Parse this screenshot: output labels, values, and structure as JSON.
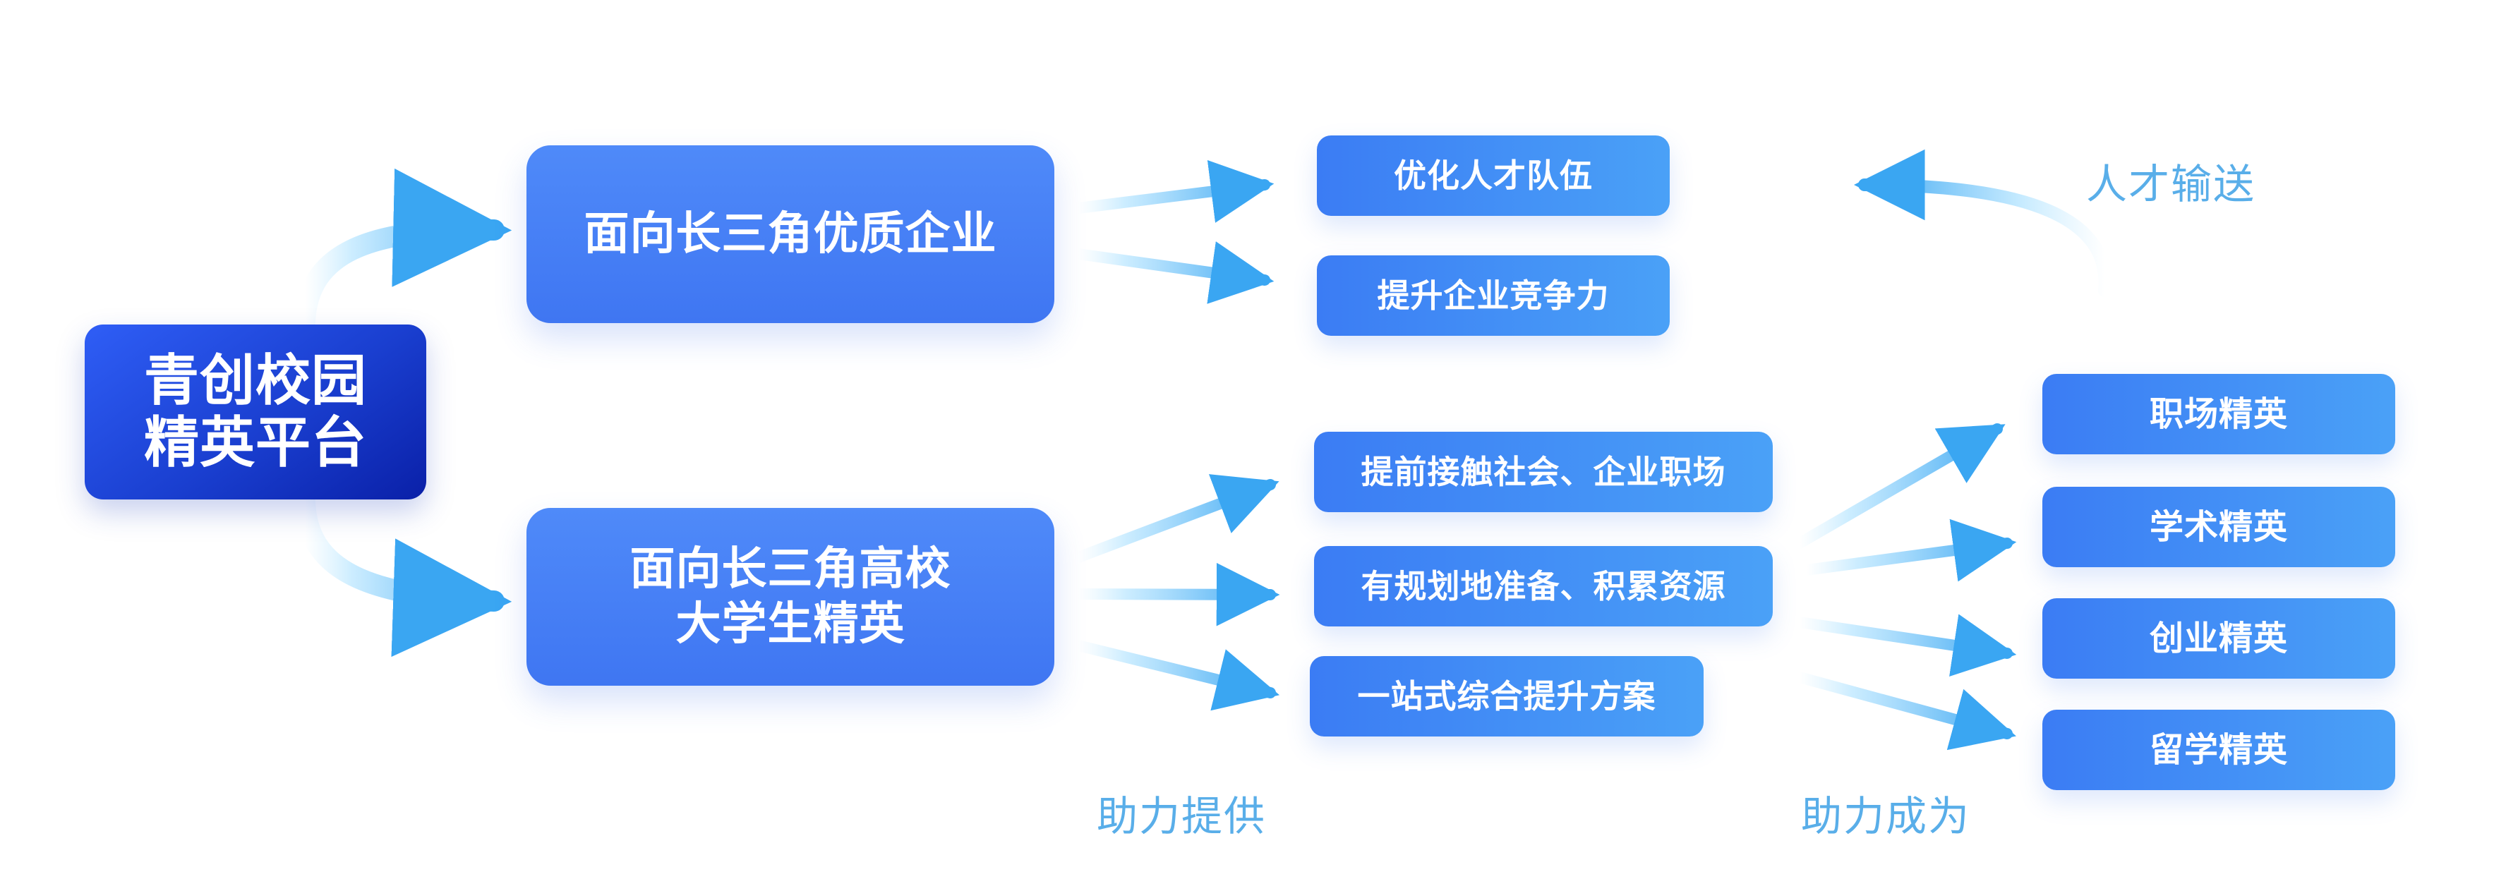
{
  "diagram": {
    "root": {
      "line1": "青创校园",
      "line2": "精英平台"
    },
    "mid_top": {
      "line1": "面向长三角优质企业"
    },
    "mid_bottom": {
      "line1": "面向长三角高校",
      "line2": "大学生精英"
    },
    "top_outputs": [
      {
        "label": "优化人才队伍"
      },
      {
        "label": "提升企业竞争力"
      }
    ],
    "bottom_middle": [
      {
        "label": "提前接触社会、企业职场"
      },
      {
        "label": "有规划地准备、积累资源"
      },
      {
        "label": "一站式综合提升方案"
      }
    ],
    "right_outcomes": [
      {
        "label": "职场精英"
      },
      {
        "label": "学术精英"
      },
      {
        "label": "创业精英"
      },
      {
        "label": "留学精英"
      }
    ],
    "annotations": {
      "talent_delivery": "人才输送",
      "assist_provide": "助力提供",
      "assist_become": "助力成为"
    }
  },
  "colors": {
    "accent_blue": "#3f76f2",
    "label_blue": "#59aee9",
    "arrow_start": "#cfeeff",
    "arrow_end": "#4db3f4"
  }
}
